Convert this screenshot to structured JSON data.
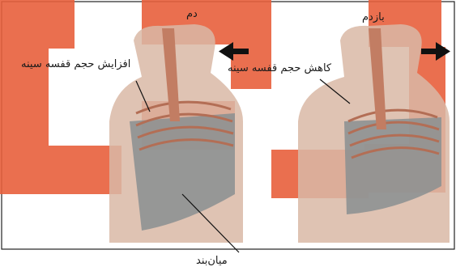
{
  "labels": {
    "inhale": "دم",
    "exhale": "بازدم",
    "volume_increase": "افزایش حجم قفسه سینه",
    "volume_decrease": "کاهش حجم قفسه سینه",
    "diaphragm": "میان‌بند"
  },
  "colors": {
    "watermark": "#e8603c",
    "skin": "#d9b8a6",
    "ribs": "#c98a6e",
    "lung_gray": "#8a8f91",
    "arrow": "#111111",
    "frame": "#222222"
  }
}
